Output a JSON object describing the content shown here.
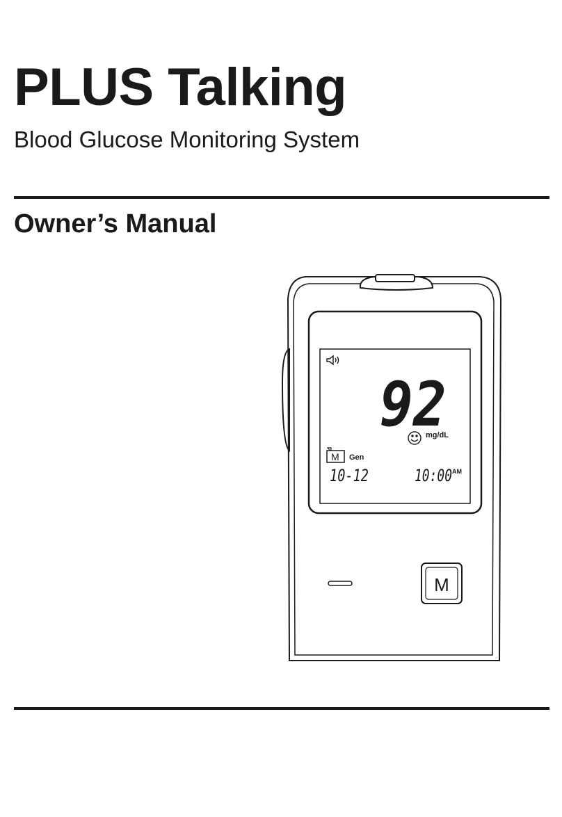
{
  "cover": {
    "title": "PLUS Talking",
    "subtitle": "Blood Glucose Monitoring System",
    "heading": "Owner’s Manual"
  },
  "meter": {
    "reading": "92",
    "unit": "mg/dL",
    "mode": "Gen",
    "memory_icon_label": "M",
    "date": "10-12",
    "time": "10:00",
    "meridiem": "AM",
    "button_label": "M",
    "icons": [
      "speaker-icon",
      "smiley-icon",
      "memory-icon"
    ]
  }
}
